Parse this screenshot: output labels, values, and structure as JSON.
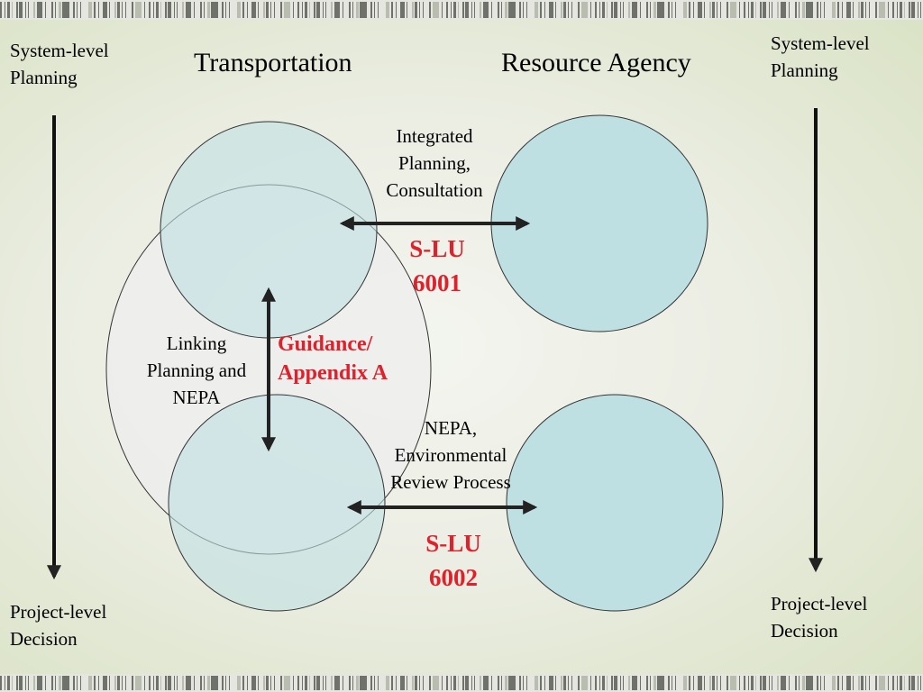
{
  "slide": {
    "left_top_label": [
      "System-level",
      "Planning"
    ],
    "left_bottom_label": [
      "Project-level",
      "Decision"
    ],
    "right_top_label": [
      "System-level",
      "Planning"
    ],
    "right_bottom_label": [
      "Project-level",
      "Decision"
    ],
    "col_transportation": "Transportation",
    "col_resource_agency": "Resource Agency",
    "integrated_text": [
      "Integrated",
      "Planning,",
      "Consultation"
    ],
    "slu_top": [
      "S-LU",
      "6001"
    ],
    "linking_text": [
      "Linking",
      "Planning and",
      "NEPA"
    ],
    "guidance_text": [
      "Guidance/",
      "Appendix A"
    ],
    "nepa_text": [
      "NEPA,",
      "Environmental",
      "Review Process"
    ],
    "slu_bottom": [
      "S-LU",
      "6002"
    ]
  },
  "colors": {
    "circle_fill": "#bfe0e3",
    "big_circle_fill": "#eeeeee",
    "red_text": "#e0202a"
  }
}
